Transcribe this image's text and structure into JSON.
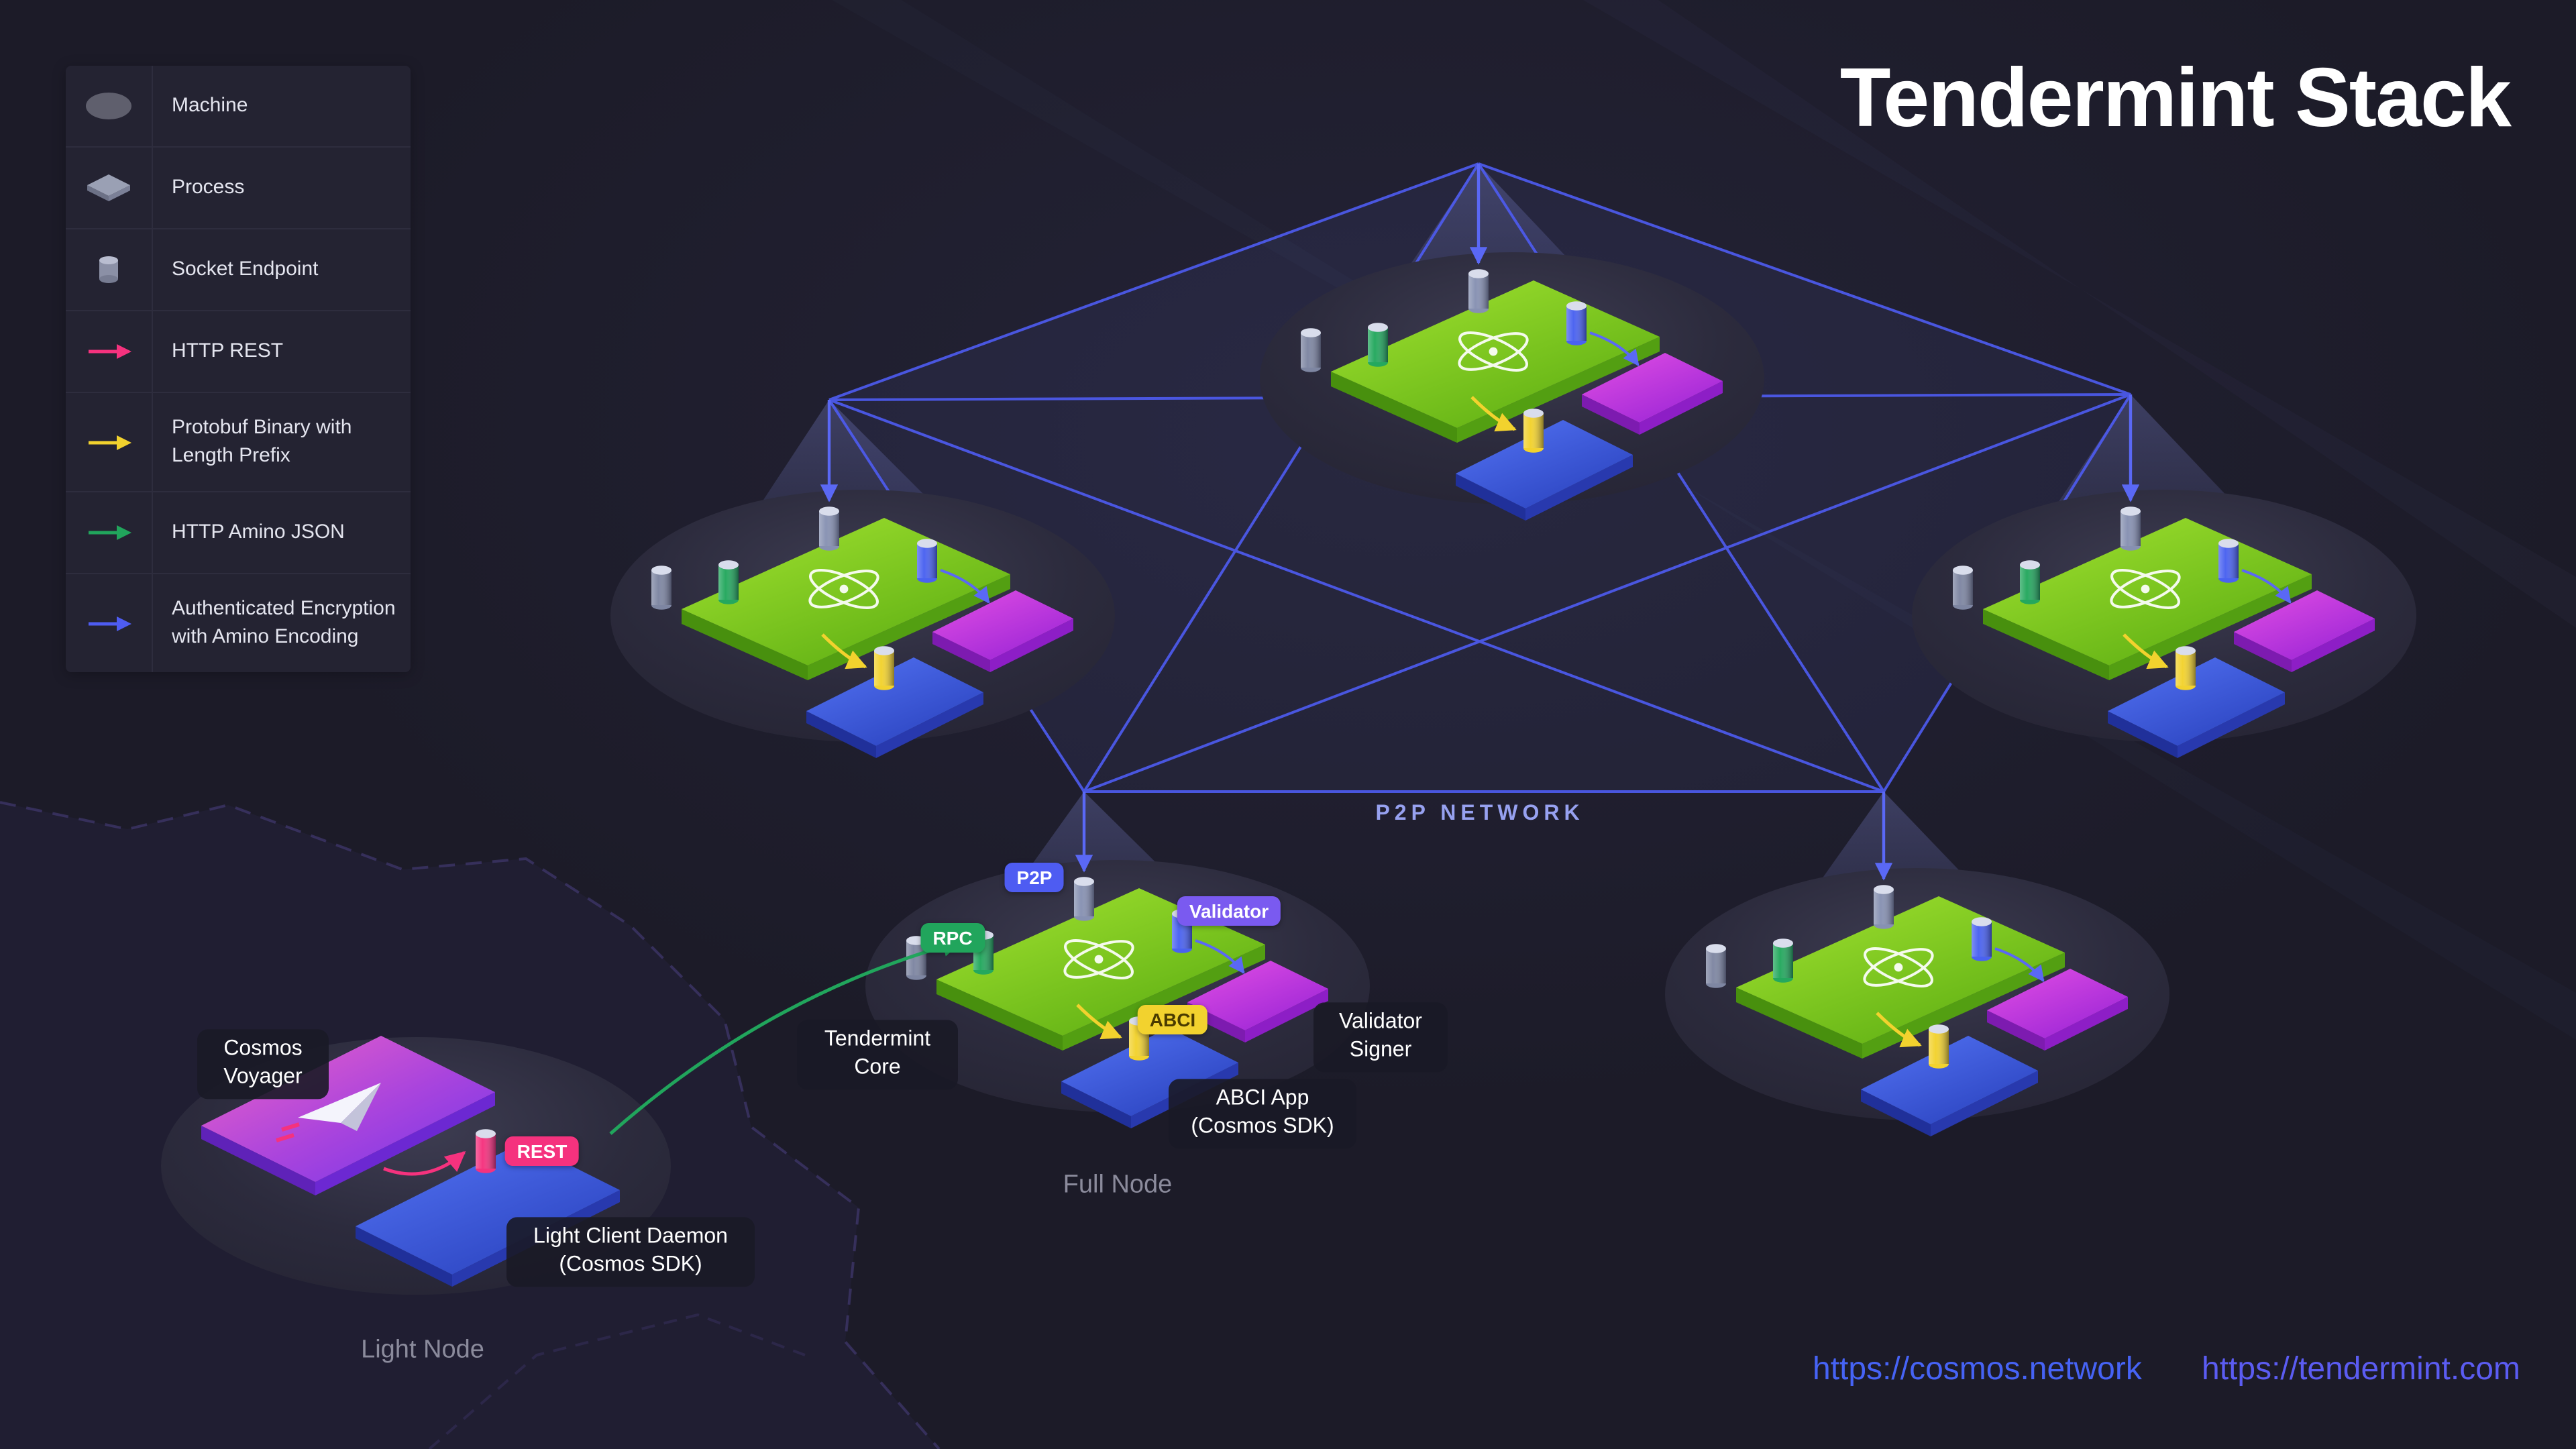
{
  "title": "Tendermint Stack",
  "legend": {
    "items": [
      {
        "icon": "machine-icon",
        "label": "Machine"
      },
      {
        "icon": "process-icon",
        "label": "Process"
      },
      {
        "icon": "socket-endpoint-icon",
        "label": "Socket Endpoint"
      },
      {
        "icon": "http-rest-arrow-icon",
        "label": "HTTP REST",
        "color": "#f5327e"
      },
      {
        "icon": "protobuf-binary-arrow-icon",
        "label": "Protobuf Binary with Length Prefix",
        "color": "#f2d22e"
      },
      {
        "icon": "http-amino-json-arrow-icon",
        "label": "HTTP Amino JSON",
        "color": "#21a55c"
      },
      {
        "icon": "auth-encryption-arrow-icon",
        "label": "Authenticated Encryption with Amino Encoding",
        "color": "#4e5cf2"
      }
    ]
  },
  "network": {
    "label": "P2P NETWORK"
  },
  "nodes": {
    "full_node": {
      "caption": "Full Node",
      "badges": {
        "p2p": "P2P",
        "rpc": "RPC",
        "validator": "Validator",
        "abci": "ABCI"
      },
      "labels": {
        "tendermint_core": "Tendermint Core",
        "validator_signer": "Validator Signer",
        "abci_app": "ABCI App (Cosmos SDK)"
      }
    },
    "light_node": {
      "caption": "Light Node",
      "badges": {
        "rest": "REST"
      },
      "labels": {
        "cosmos_voyager": "Cosmos Voyager",
        "light_client_daemon": "Light Client Daemon (Cosmos SDK)"
      }
    }
  },
  "footer_links": {
    "cosmos": "https://cosmos.network",
    "tendermint": "https://tendermint.com"
  },
  "colors": {
    "bg": "#1c1b28",
    "accent-blue": "#4e5cf2",
    "accent-pink": "#f5327e",
    "accent-yellow": "#f2d22e",
    "accent-green": "#21a55c",
    "accent-purple": "#7a5af0",
    "badge-text-dark": "#4a3b00",
    "muted-text": "#8b8b9c",
    "network-label": "#97a1f0",
    "link-cosmos": "#4663f5",
    "link-tendermint": "#5b5cf2"
  }
}
